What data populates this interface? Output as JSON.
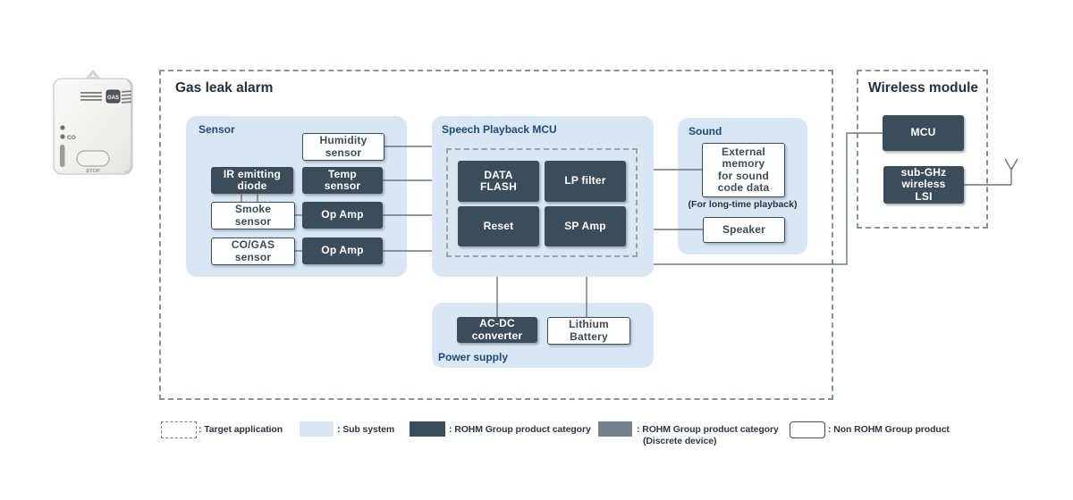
{
  "colors": {
    "subsystem_blue": "#d9e6f4",
    "rohm_dark": "#3b4d5a",
    "rohm_gray_discrete": "#73828c",
    "section_label_blue": "#1a4b7d",
    "title_navy": "#24323e",
    "connector_gray": "#6b7680",
    "frame_dash_gray": "#8593a1"
  },
  "gas_alarm": {
    "title": "Gas leak alarm",
    "sensor": {
      "label": "Sensor",
      "humidity": "Humidity\nsensor",
      "ir_diode": "IR emitting\ndiode",
      "temp": "Temp\nsensor",
      "smoke": "Smoke\nsensor",
      "op_amp_1": "Op Amp",
      "co_gas": "CO/GAS\nsensor",
      "op_amp_2": "Op Amp"
    },
    "speech_mcu": {
      "label": "Speech Playback MCU",
      "data_flash": "DATA\nFLASH",
      "lp_filter": "LP filter",
      "reset": "Reset",
      "sp_amp": "SP Amp"
    },
    "sound": {
      "label": "Sound",
      "external_memory": "External\nmemory\nfor sound\ncode data",
      "note": "(For long-time playback)",
      "speaker": "Speaker"
    },
    "power": {
      "label": "Power supply",
      "ac_dc": "AC-DC\nconverter",
      "battery": "Lithium\nBattery"
    }
  },
  "wireless": {
    "title": "Wireless module",
    "mcu": "MCU",
    "sub_ghz": "sub-GHz\nwireless\nLSI"
  },
  "device": {
    "gas_label": "GAS",
    "co_label": "CO",
    "stop_label": "STOP"
  },
  "legend": [
    {
      "swatch": "dashed",
      "label": ": Target application"
    },
    {
      "swatch": "subsystem_blue",
      "label": ": Sub system"
    },
    {
      "swatch": "rohm_dark",
      "label": ": ROHM Group product category"
    },
    {
      "swatch": "rohm_gray_discrete",
      "label": ": ROHM Group product category\n(Discrete device)"
    },
    {
      "swatch": "non_rohm_white",
      "label": ": Non ROHM Group product"
    }
  ]
}
